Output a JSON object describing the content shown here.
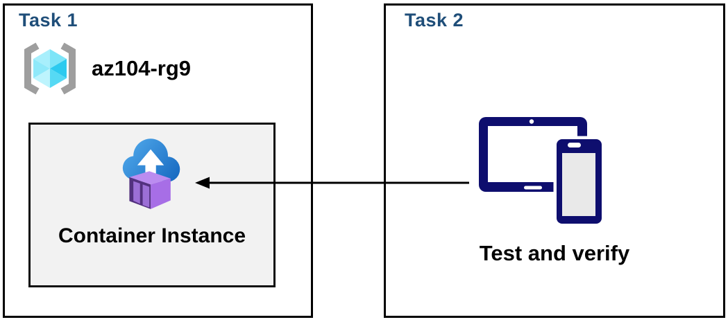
{
  "diagram": {
    "task1": {
      "title": "Task 1",
      "resource_group": {
        "name": "az104-rg9",
        "icon": "azure-resource-group"
      },
      "container_box": {
        "label": "Container Instance",
        "icon": "azure-container-instance"
      }
    },
    "task2": {
      "title": "Task 2",
      "devices_icon": "tablet-and-phone",
      "label": "Test and verify"
    },
    "arrow": {
      "direction": "right-to-left",
      "from": "task2-devices",
      "to": "task1-container-instance"
    },
    "colors": {
      "task_title": "#1f4e79",
      "box_border": "#000000",
      "inner_box_bg": "#f2f2f2",
      "device_navy": "#0e0e6e",
      "cloud_blue_light": "#4fa8ea",
      "cloud_blue_dark": "#1668c0",
      "container_purple_front": "#53317f",
      "container_purple_panel": "#9c6fd6",
      "container_purple_right": "#a76ee6",
      "container_purple_top": "#bb8cf0",
      "cube_cyan": "#2ccaef",
      "bracket_gray": "#9e9e9e",
      "phone_screen_gray": "#e9e9e9"
    }
  }
}
